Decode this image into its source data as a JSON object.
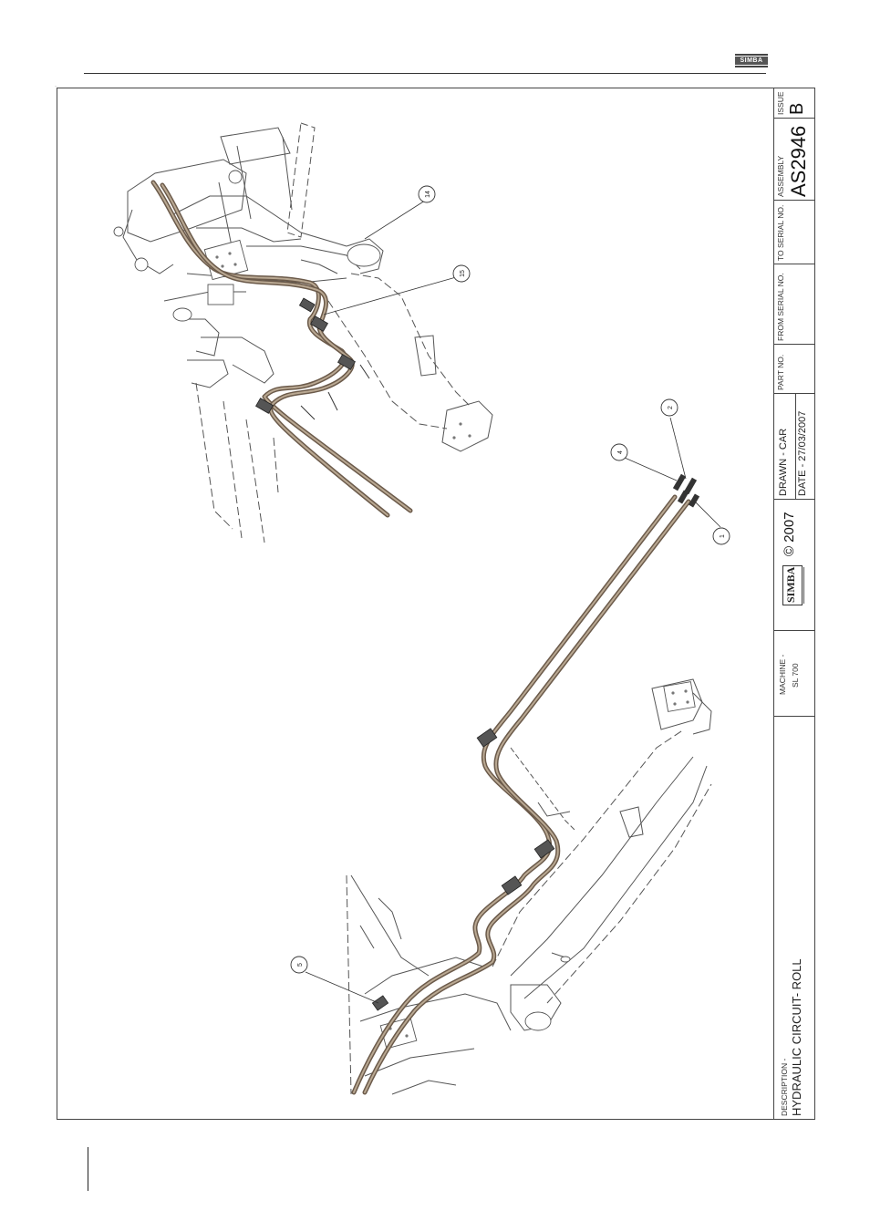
{
  "header": {
    "logo_text": "SIMBA"
  },
  "title_block": {
    "description_label": "DESCRIPTION -",
    "description": "HYDRAULIC CIRCUIT- ROLL",
    "machine_label": "MACHINE -",
    "machine": "SL 700",
    "brand": "SIMBA",
    "copyright": "© 2007",
    "drawn": "DRAWN -  CAR",
    "date": "DATE -  27/03/2007",
    "part_no_label": "PART NO.",
    "from_serial_label": "FROM SERIAL NO.",
    "to_serial_label": "TO SERIAL NO.",
    "assembly_label": "ASSEMBLY",
    "assembly": "AS2946",
    "issue_label": "ISSUE",
    "issue": "B"
  },
  "callouts": [
    "14",
    "15",
    "2",
    "4",
    "1",
    "5"
  ],
  "colors": {
    "hose": "#6b5a4a",
    "hose_highlight": "#b9a892",
    "frame": "#555555",
    "line": "#333333"
  }
}
